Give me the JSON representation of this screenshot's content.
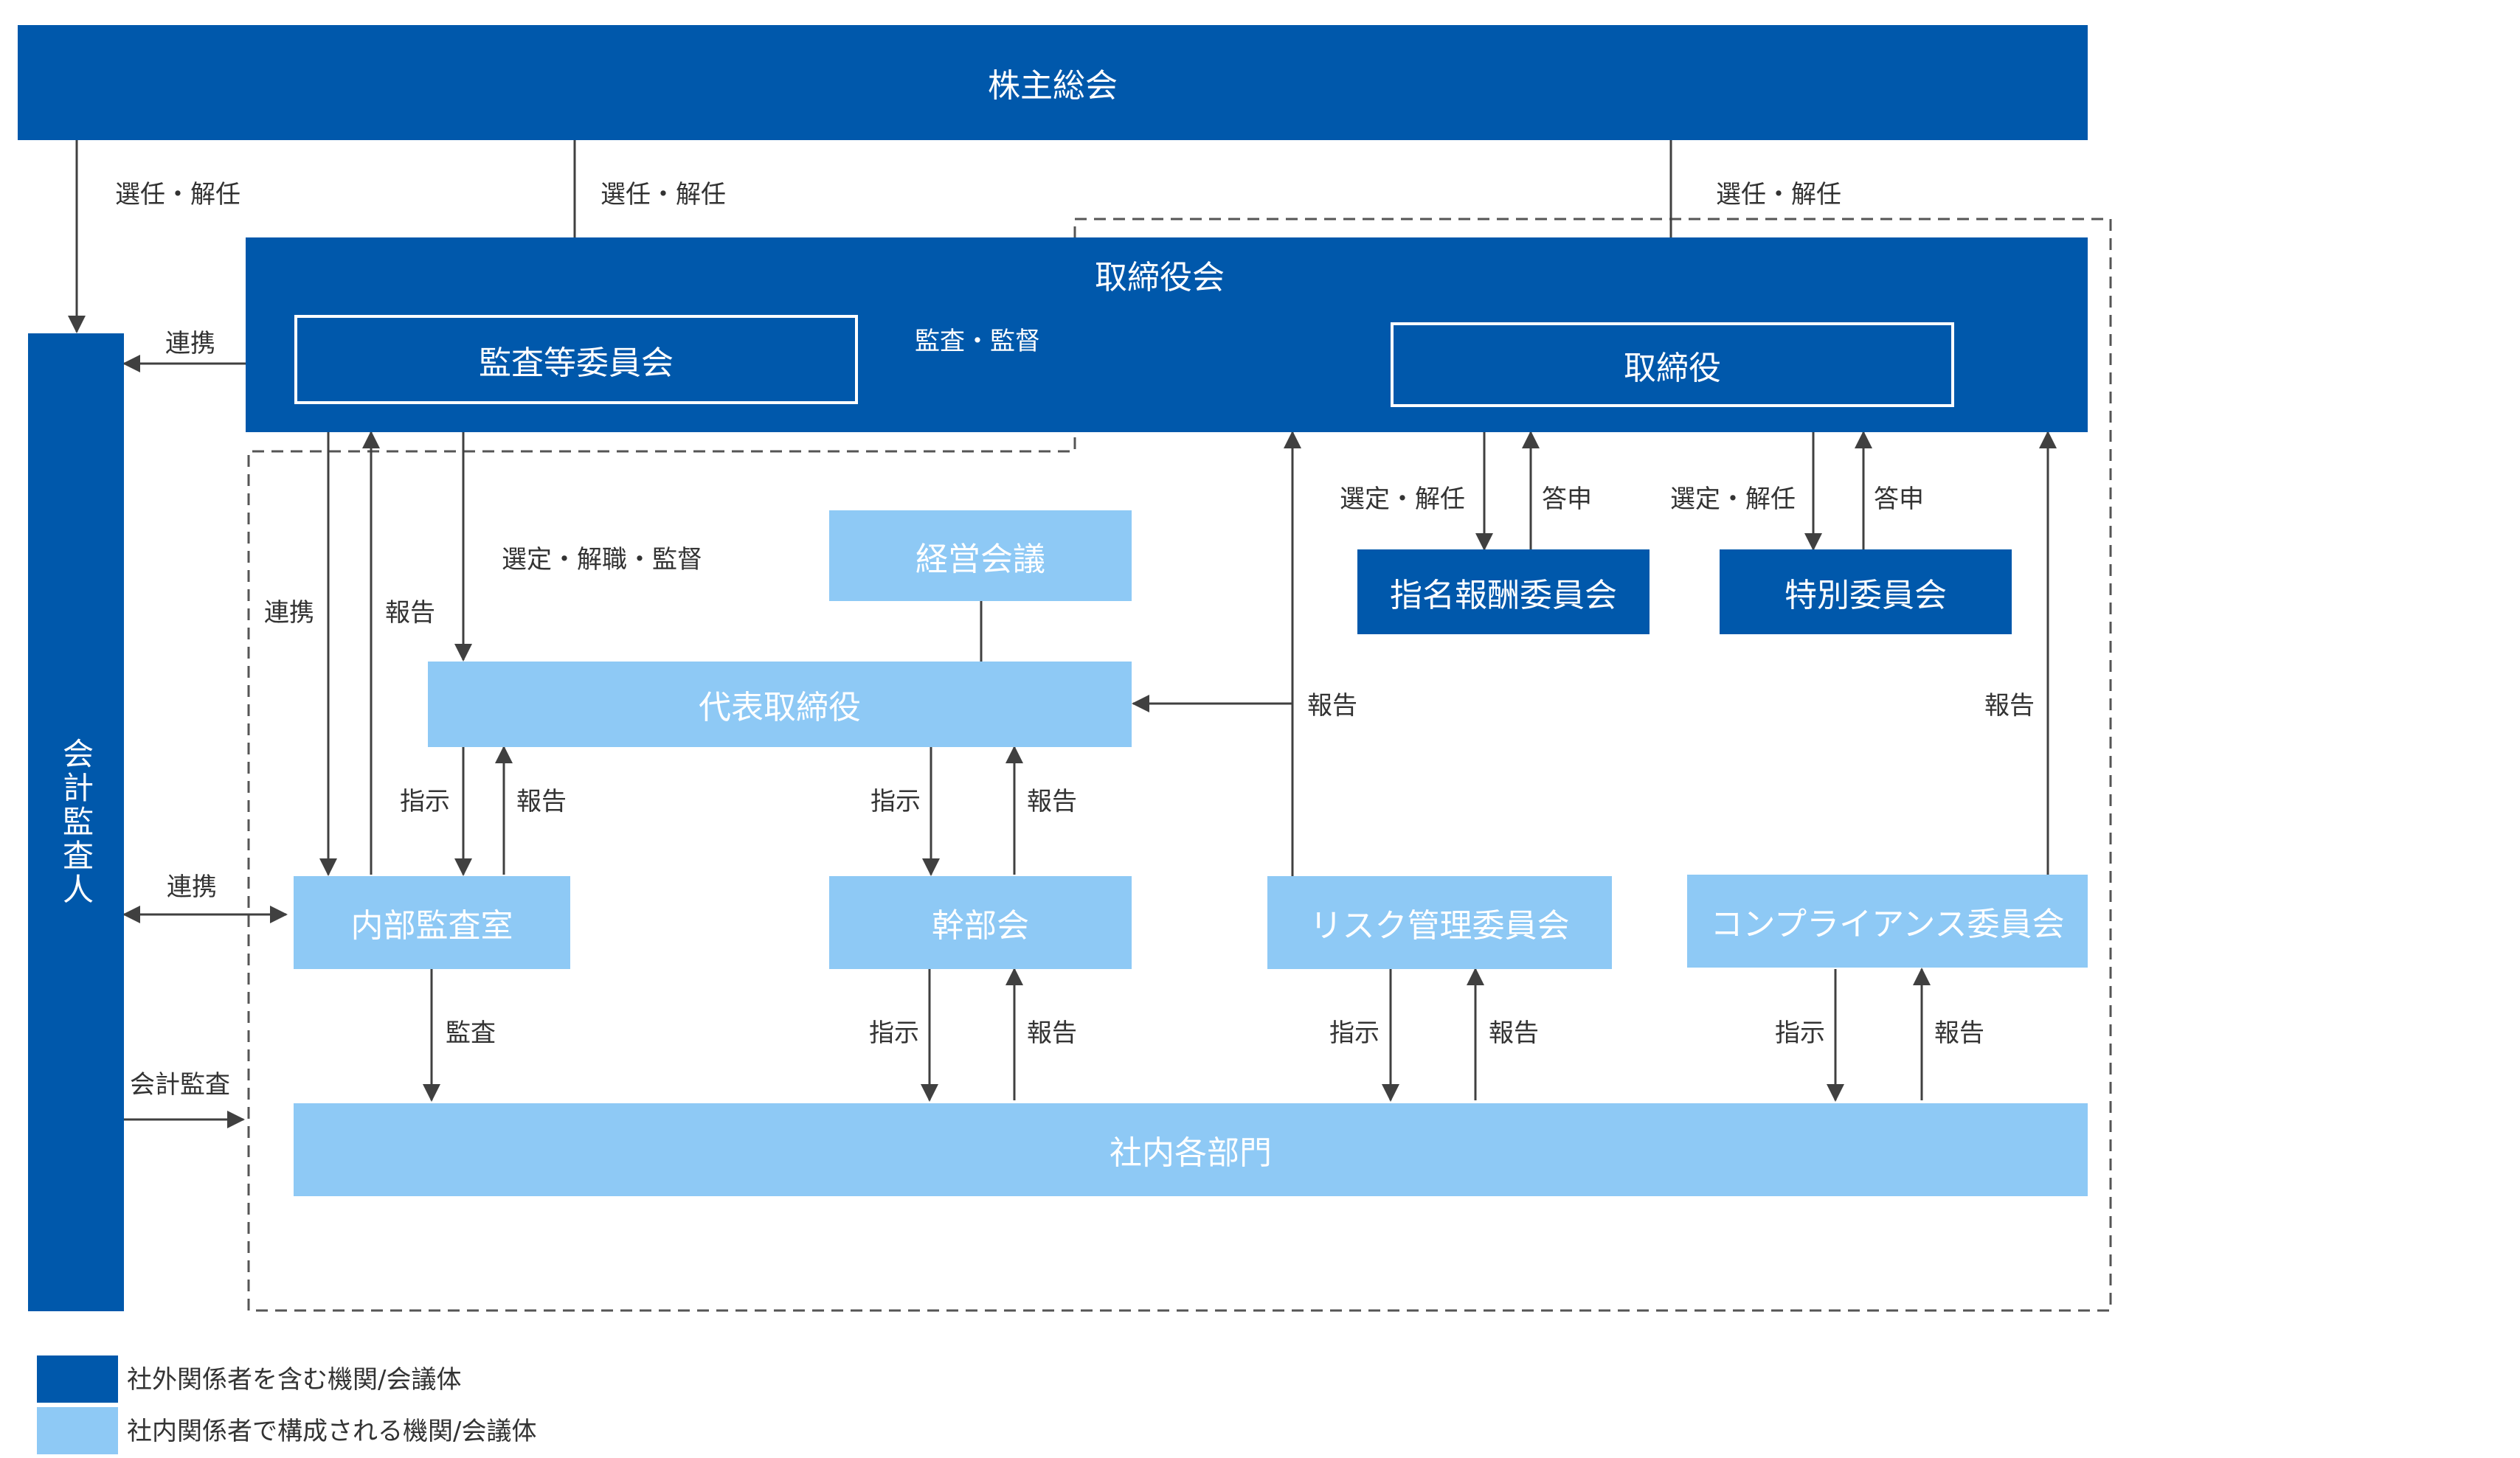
{
  "colors": {
    "dark": "#0058AB",
    "light": "#8EC9F5",
    "arrow": "#404040",
    "dash": "#555555"
  },
  "boxes": {
    "shareholders": "株主総会",
    "board_title": "取締役会",
    "audit_committee": "監査等委員会",
    "directors": "取締役",
    "nomination": "指名報酬委員会",
    "special": "特別委員会",
    "management_meeting": "経営会議",
    "president": "代表取締役",
    "internal_audit": "内部監査室",
    "executive_council": "幹部会",
    "risk": "リスク管理委員会",
    "compliance": "コンプライアンス委員会",
    "departments": "社内各部門",
    "auditor": "会計監査人"
  },
  "labels": {
    "elect_1": "選任・解任",
    "elect_2": "選任・解任",
    "elect_3": "選任・解任",
    "cooperate_1": "連携",
    "cooperate_2": "連携",
    "cooperate_3": "連携",
    "audit_supervise": "監査・監督",
    "select_1": "選定・解任",
    "select_2": "選定・解任",
    "reply_1": "答申",
    "reply_2": "答申",
    "report_ia": "報告",
    "appoint": "選定・解職・監督",
    "report_pres": "報告",
    "report_comp": "報告",
    "instr_1": "指示",
    "report_1": "報告",
    "instr_2": "指示",
    "report_2": "報告",
    "audit": "監査",
    "instr_3": "指示",
    "report_3": "報告",
    "instr_4": "指示",
    "report_4": "報告",
    "instr_5": "指示",
    "report_5": "報告",
    "accounting_audit": "会計監査"
  },
  "legend": {
    "dark_label": "社外関係者を含む機関/会議体",
    "light_label": "社内関係者で構成される機関/会議体"
  }
}
